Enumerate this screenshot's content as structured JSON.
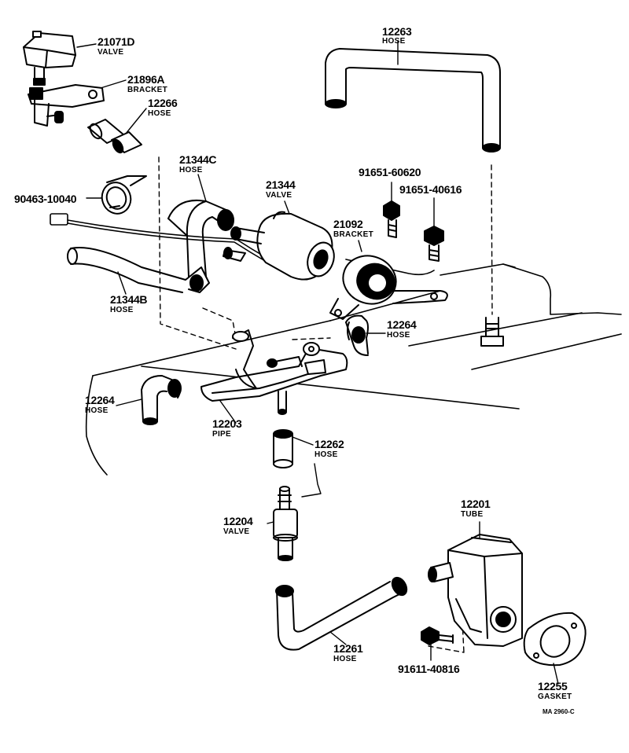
{
  "parts": [
    {
      "id": "p21071D",
      "number": "21071D",
      "name": "VALVE"
    },
    {
      "id": "p21896A",
      "number": "21896A",
      "name": "BRACKET"
    },
    {
      "id": "p12266",
      "number": "12266",
      "name": "HOSE"
    },
    {
      "id": "p12263",
      "number": "12263",
      "name": "HOSE"
    },
    {
      "id": "p90463",
      "number": "90463-10040",
      "name": ""
    },
    {
      "id": "p21344C",
      "number": "21344C",
      "name": "HOSE"
    },
    {
      "id": "p21344",
      "number": "21344",
      "name": "VALVE"
    },
    {
      "id": "p91651a",
      "number": "91651-60620",
      "name": ""
    },
    {
      "id": "p91651b",
      "number": "91651-40616",
      "name": ""
    },
    {
      "id": "p21092",
      "number": "21092",
      "name": "BRACKET"
    },
    {
      "id": "p21344B",
      "number": "21344B",
      "name": "HOSE"
    },
    {
      "id": "p12264a",
      "number": "12264",
      "name": "HOSE"
    },
    {
      "id": "p12264b",
      "number": "12264",
      "name": "HOSE"
    },
    {
      "id": "p12203",
      "number": "12203",
      "name": "PIPE"
    },
    {
      "id": "p12262",
      "number": "12262",
      "name": "HOSE"
    },
    {
      "id": "p12204",
      "number": "12204",
      "name": "VALVE"
    },
    {
      "id": "p12201",
      "number": "12201",
      "name": "TUBE"
    },
    {
      "id": "p12261",
      "number": "12261",
      "name": "HOSE"
    },
    {
      "id": "p91611",
      "number": "91611-40816",
      "name": ""
    },
    {
      "id": "p12255",
      "number": "12255",
      "name": "GASKET"
    }
  ],
  "drawing_ref": "MA 2960-C",
  "colors": {
    "ink": "#000000",
    "paper": "#ffffff"
  }
}
